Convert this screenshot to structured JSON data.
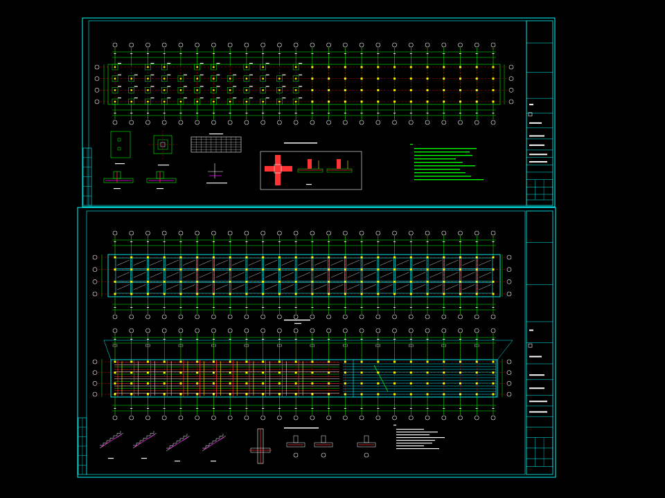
{
  "app": "cad-drawing-viewer",
  "colors": {
    "background": "#000000",
    "frame": "#00ffff",
    "axis": "#00ff00",
    "grid_dash": "#ff0000",
    "column": "#ffff00",
    "beam": "#00ffff",
    "text": "#ffffff",
    "rebar": "#ff3333",
    "magenta": "#ff00ff"
  },
  "sheets": [
    {
      "name": "foundation-plan-sheet",
      "axis_count": 24,
      "row_count": 4,
      "title_block_rows": 14
    },
    {
      "name": "floor-framing-sheet",
      "axis_count": 24,
      "row_count": 4,
      "title_block_rows": 14
    }
  ],
  "notes_count_sheet1": 10,
  "notes_count_sheet2": 8
}
